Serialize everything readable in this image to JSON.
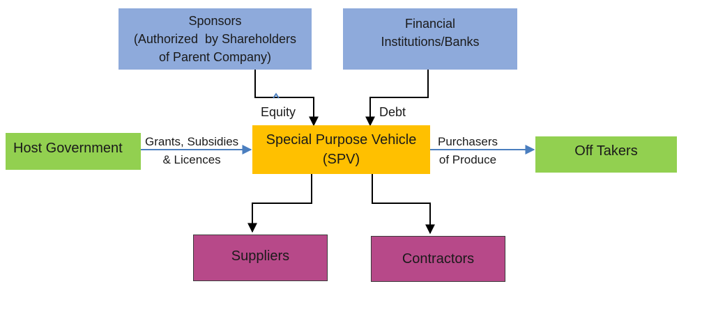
{
  "nodes": {
    "sponsors": {
      "lines": [
        "Sponsors",
        "(Authorized  by Shareholders",
        "of Parent Company)"
      ]
    },
    "banks": {
      "lines": [
        "Financial",
        "Institutions/Banks"
      ]
    },
    "spv": {
      "lines": [
        "Special Purpose Vehicle",
        "(SPV)"
      ]
    },
    "host": {
      "label": "Host Government"
    },
    "offtakers": {
      "label": "Off Takers"
    },
    "suppliers": {
      "label": "Suppliers"
    },
    "contractors": {
      "label": "Contractors"
    }
  },
  "edges": {
    "equity": "Equity",
    "debt": "Debt",
    "grants": [
      "Grants, Subsidies",
      "& Licences"
    ],
    "purchasers": [
      "Purchasers",
      "of Produce"
    ]
  },
  "colors": {
    "blue": "#8eaadb",
    "green": "#92d050",
    "yellow": "#ffc000",
    "magenta": "#b74989",
    "arrow_blue": "#4a7ebf",
    "arrow_black": "#000000"
  }
}
